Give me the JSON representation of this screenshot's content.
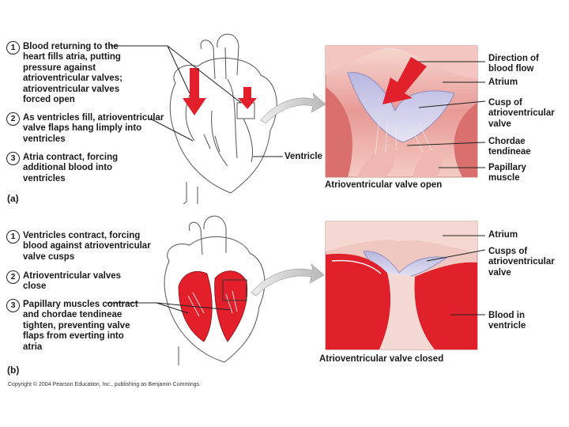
{
  "panel_a": {
    "label": "(a)",
    "steps": [
      {
        "num": "1",
        "text": "Blood returning to the heart fills atria, putting pressure against atrioventricular valves; atrioventricular valves forced open"
      },
      {
        "num": "2",
        "text": "As ventricles fill, atrioventricular valve flaps hang limply into ventricles"
      },
      {
        "num": "3",
        "text": "Atria contract, forcing additional blood into ventricles"
      }
    ],
    "ventricle_label": "Ventricle",
    "caption": "Atrioventricular valve open",
    "labels": [
      "Direction of blood flow",
      "Atrium",
      "Cusp of atrioventricular valve",
      "Chordae tendineae",
      "Papillary muscle"
    ]
  },
  "panel_b": {
    "label": "(b)",
    "steps": [
      {
        "num": "1",
        "text": "Ventricles contract, forcing blood against atrioventricular valve cusps"
      },
      {
        "num": "2",
        "text": "Atrioventricular valves close"
      },
      {
        "num": "3",
        "text": "Papillary muscles contract and chordae tendineae tighten, preventing valve flaps from everting into atria"
      }
    ],
    "caption": "Atrioventricular valve closed",
    "labels": [
      "Atrium",
      "Cusps of atrioventricular valve",
      "Blood in ventricle"
    ]
  },
  "copyright": "Copyright © 2004 Pearson Education, Inc., publishing as Benjamin Cummings."
}
